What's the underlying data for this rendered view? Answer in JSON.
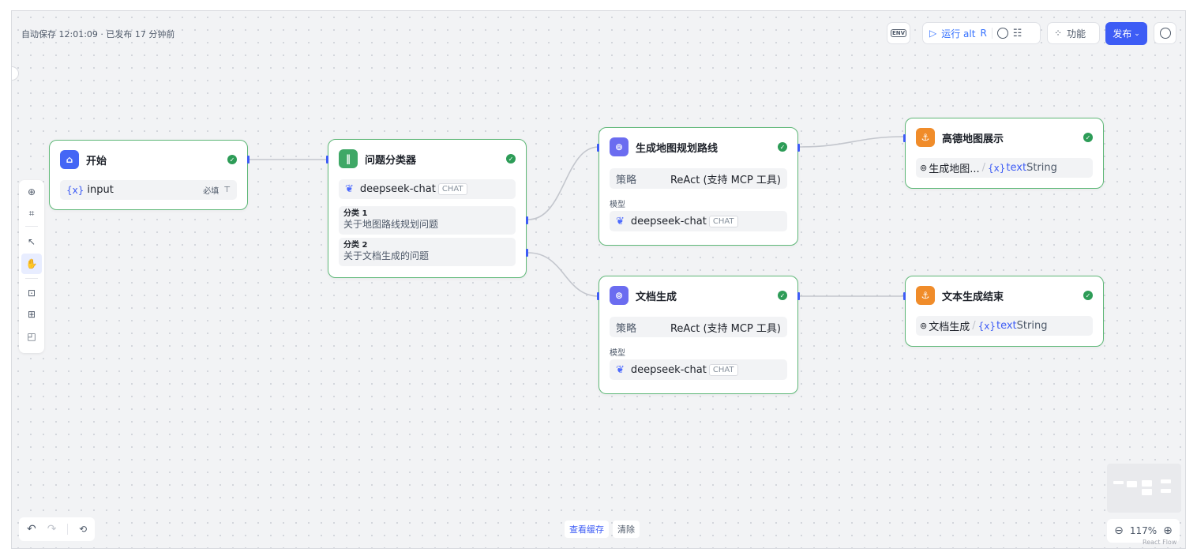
{
  "status": {
    "autosave": "自动保存 12:01:09 · 已发布 17 分钟前"
  },
  "toolbar": {
    "env_label": "ENV",
    "run_label": "运行 alt",
    "run_key": "R",
    "features_label": "功能",
    "publish_label": "发布"
  },
  "nodes": {
    "start": {
      "title": "开始",
      "var_icon": "{x}",
      "var_name": "input",
      "required_label": "必填"
    },
    "classifier": {
      "title": "问题分类器",
      "model": "deepseek-chat",
      "model_tag": "CHAT",
      "categories": [
        {
          "title": "分类 1",
          "desc": "关于地图路线规划问题"
        },
        {
          "title": "分类 2",
          "desc": "关于文档生成的问题"
        }
      ]
    },
    "route": {
      "title": "生成地图规划路线",
      "strategy_label": "策略",
      "strategy_value": "ReAct (支持 MCP 工具)",
      "model_label": "模型",
      "model": "deepseek-chat",
      "model_tag": "CHAT"
    },
    "doc": {
      "title": "文档生成",
      "strategy_label": "策略",
      "strategy_value": "ReAct (支持 MCP 工具)",
      "model_label": "模型",
      "model": "deepseek-chat",
      "model_tag": "CHAT"
    },
    "amap": {
      "title": "高德地图展示",
      "src": "生成地图...",
      "sep": "/",
      "var_icon": "{x}",
      "var_name": "text",
      "var_type": "String"
    },
    "end": {
      "title": "文本生成结束",
      "src": "文档生成",
      "sep": "/",
      "var_icon": "{x}",
      "var_name": "text",
      "var_type": "String"
    }
  },
  "bottom": {
    "view_cache": "查看缓存",
    "clear": "清除",
    "zoom": "117%",
    "watermark": "React Flow"
  },
  "colors": {
    "accent": "#3d5cf5",
    "node_border": "#5fb878",
    "check": "#2d9c57",
    "start_icon": "#4466f5",
    "classifier_icon": "#3fa866",
    "agent_icon": "#6b6cf0",
    "end_icon": "#f08c2a"
  },
  "icons": [
    "env-icon",
    "play-icon",
    "clock-icon",
    "list-icon",
    "grid-icon",
    "chevron-down-icon",
    "history-icon",
    "plus-circle-icon",
    "crop-icon",
    "pointer-icon",
    "hand-icon",
    "import-icon",
    "layout-icon",
    "minimap-icon",
    "undo-icon",
    "redo-icon",
    "home-icon",
    "split-icon",
    "brain-icon",
    "whale-icon",
    "anchor-icon",
    "check-icon",
    "zoom-out-icon",
    "zoom-in-icon"
  ]
}
